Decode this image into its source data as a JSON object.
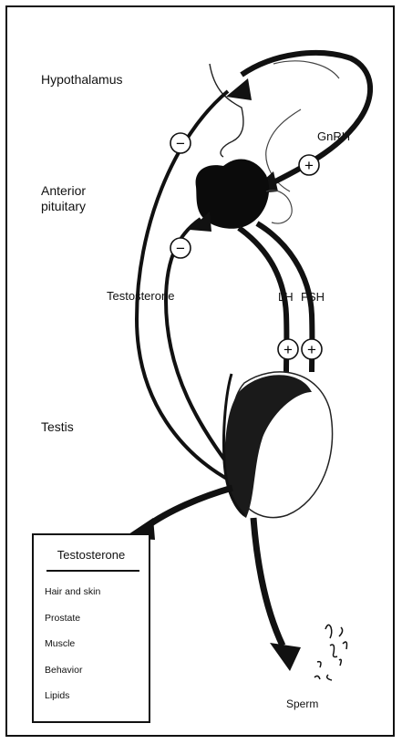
{
  "labels": {
    "hypothalamus": "Hypothalamus",
    "anterior_line1": "Anterior",
    "anterior_line2": "pituitary",
    "testis": "Testis",
    "testosterone": "Testosterone",
    "lh": "LH",
    "fsh": "FSH",
    "gnrh": "GnRH",
    "sperm": "Sperm"
  },
  "signs": {
    "negative": "−",
    "positive": "+"
  },
  "effects_box": {
    "title": "Testosterone",
    "items": [
      "Hair and skin",
      "Prostate",
      "Muscle",
      "Behavior",
      "Lipids"
    ]
  }
}
